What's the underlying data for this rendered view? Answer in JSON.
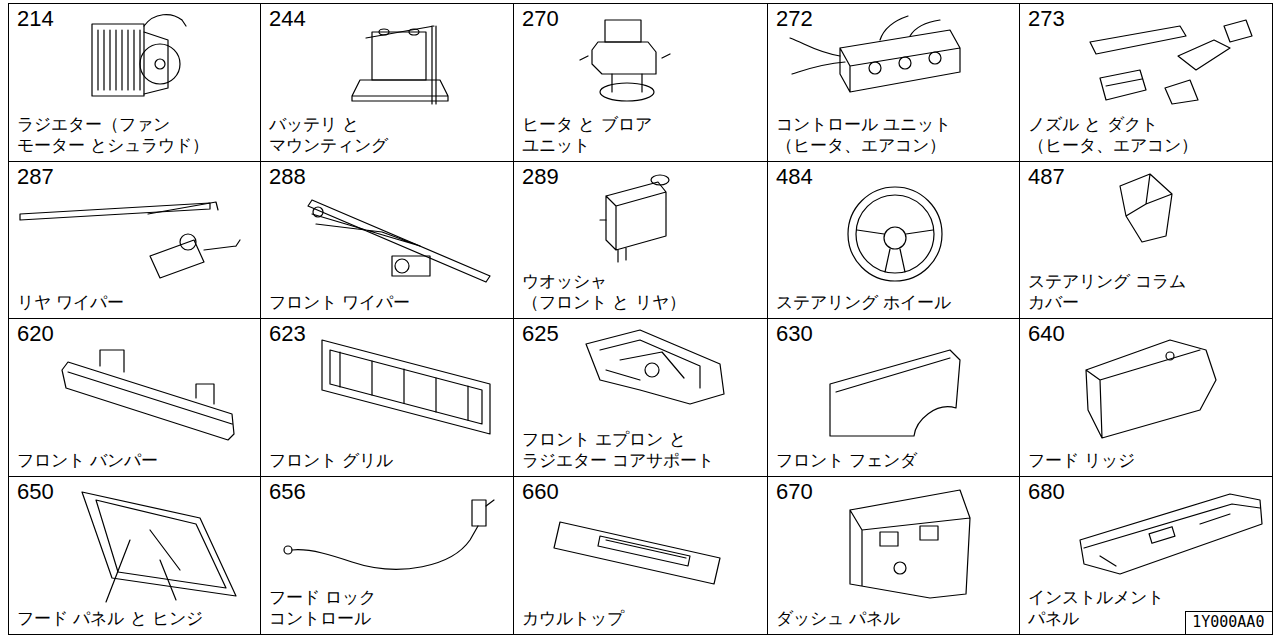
{
  "diagram": {
    "nodes": [
      {
        "text": [
          "214",
          "ラジエター（ファン モーター とシュラウド）"
        ]
      },
      {
        "text": [
          "244",
          "バッテリ と マウンティング"
        ]
      },
      {
        "text": [
          "270",
          "ヒータ と ブロア ユニット"
        ]
      },
      {
        "text": [
          "272",
          "コントロール ユニット （ヒータ、エアコン）"
        ]
      },
      {
        "text": [
          "273",
          "ノズル と ダクト （ヒータ、エアコン）"
        ]
      },
      {
        "text": [
          "287",
          "リヤ ワイパー"
        ]
      },
      {
        "text": [
          "288",
          "フロント ワイパー"
        ]
      },
      {
        "text": [
          "289",
          "ウオッシャ （フロント と リヤ）"
        ]
      },
      {
        "text": [
          "484",
          "ステアリング ホイール"
        ]
      },
      {
        "text": [
          "487",
          "ステアリング コラム カバー"
        ]
      },
      {
        "text": [
          "620",
          "フロント バンパー"
        ]
      },
      {
        "text": [
          "623",
          "フロント グリル"
        ]
      },
      {
        "text": [
          "625",
          "フロント エプロン と ラジエター コアサポート"
        ]
      },
      {
        "text": [
          "630",
          "フロント フェンダ"
        ]
      },
      {
        "text": [
          "640",
          "フード リッジ"
        ]
      },
      {
        "text": [
          "650",
          "フード パネル と ヒンジ"
        ]
      },
      {
        "text": [
          "656",
          "フード ロック コントロール"
        ]
      },
      {
        "text": [
          "660",
          "カウルトップ"
        ]
      },
      {
        "text": [
          "670",
          "ダッシュ パネル"
        ]
      },
      {
        "text": [
          "680",
          "インストルメント パネル"
        ]
      },
      {
        "text": [
          "1Y000AA0"
        ],
        "in": 19
      }
    ]
  }
}
